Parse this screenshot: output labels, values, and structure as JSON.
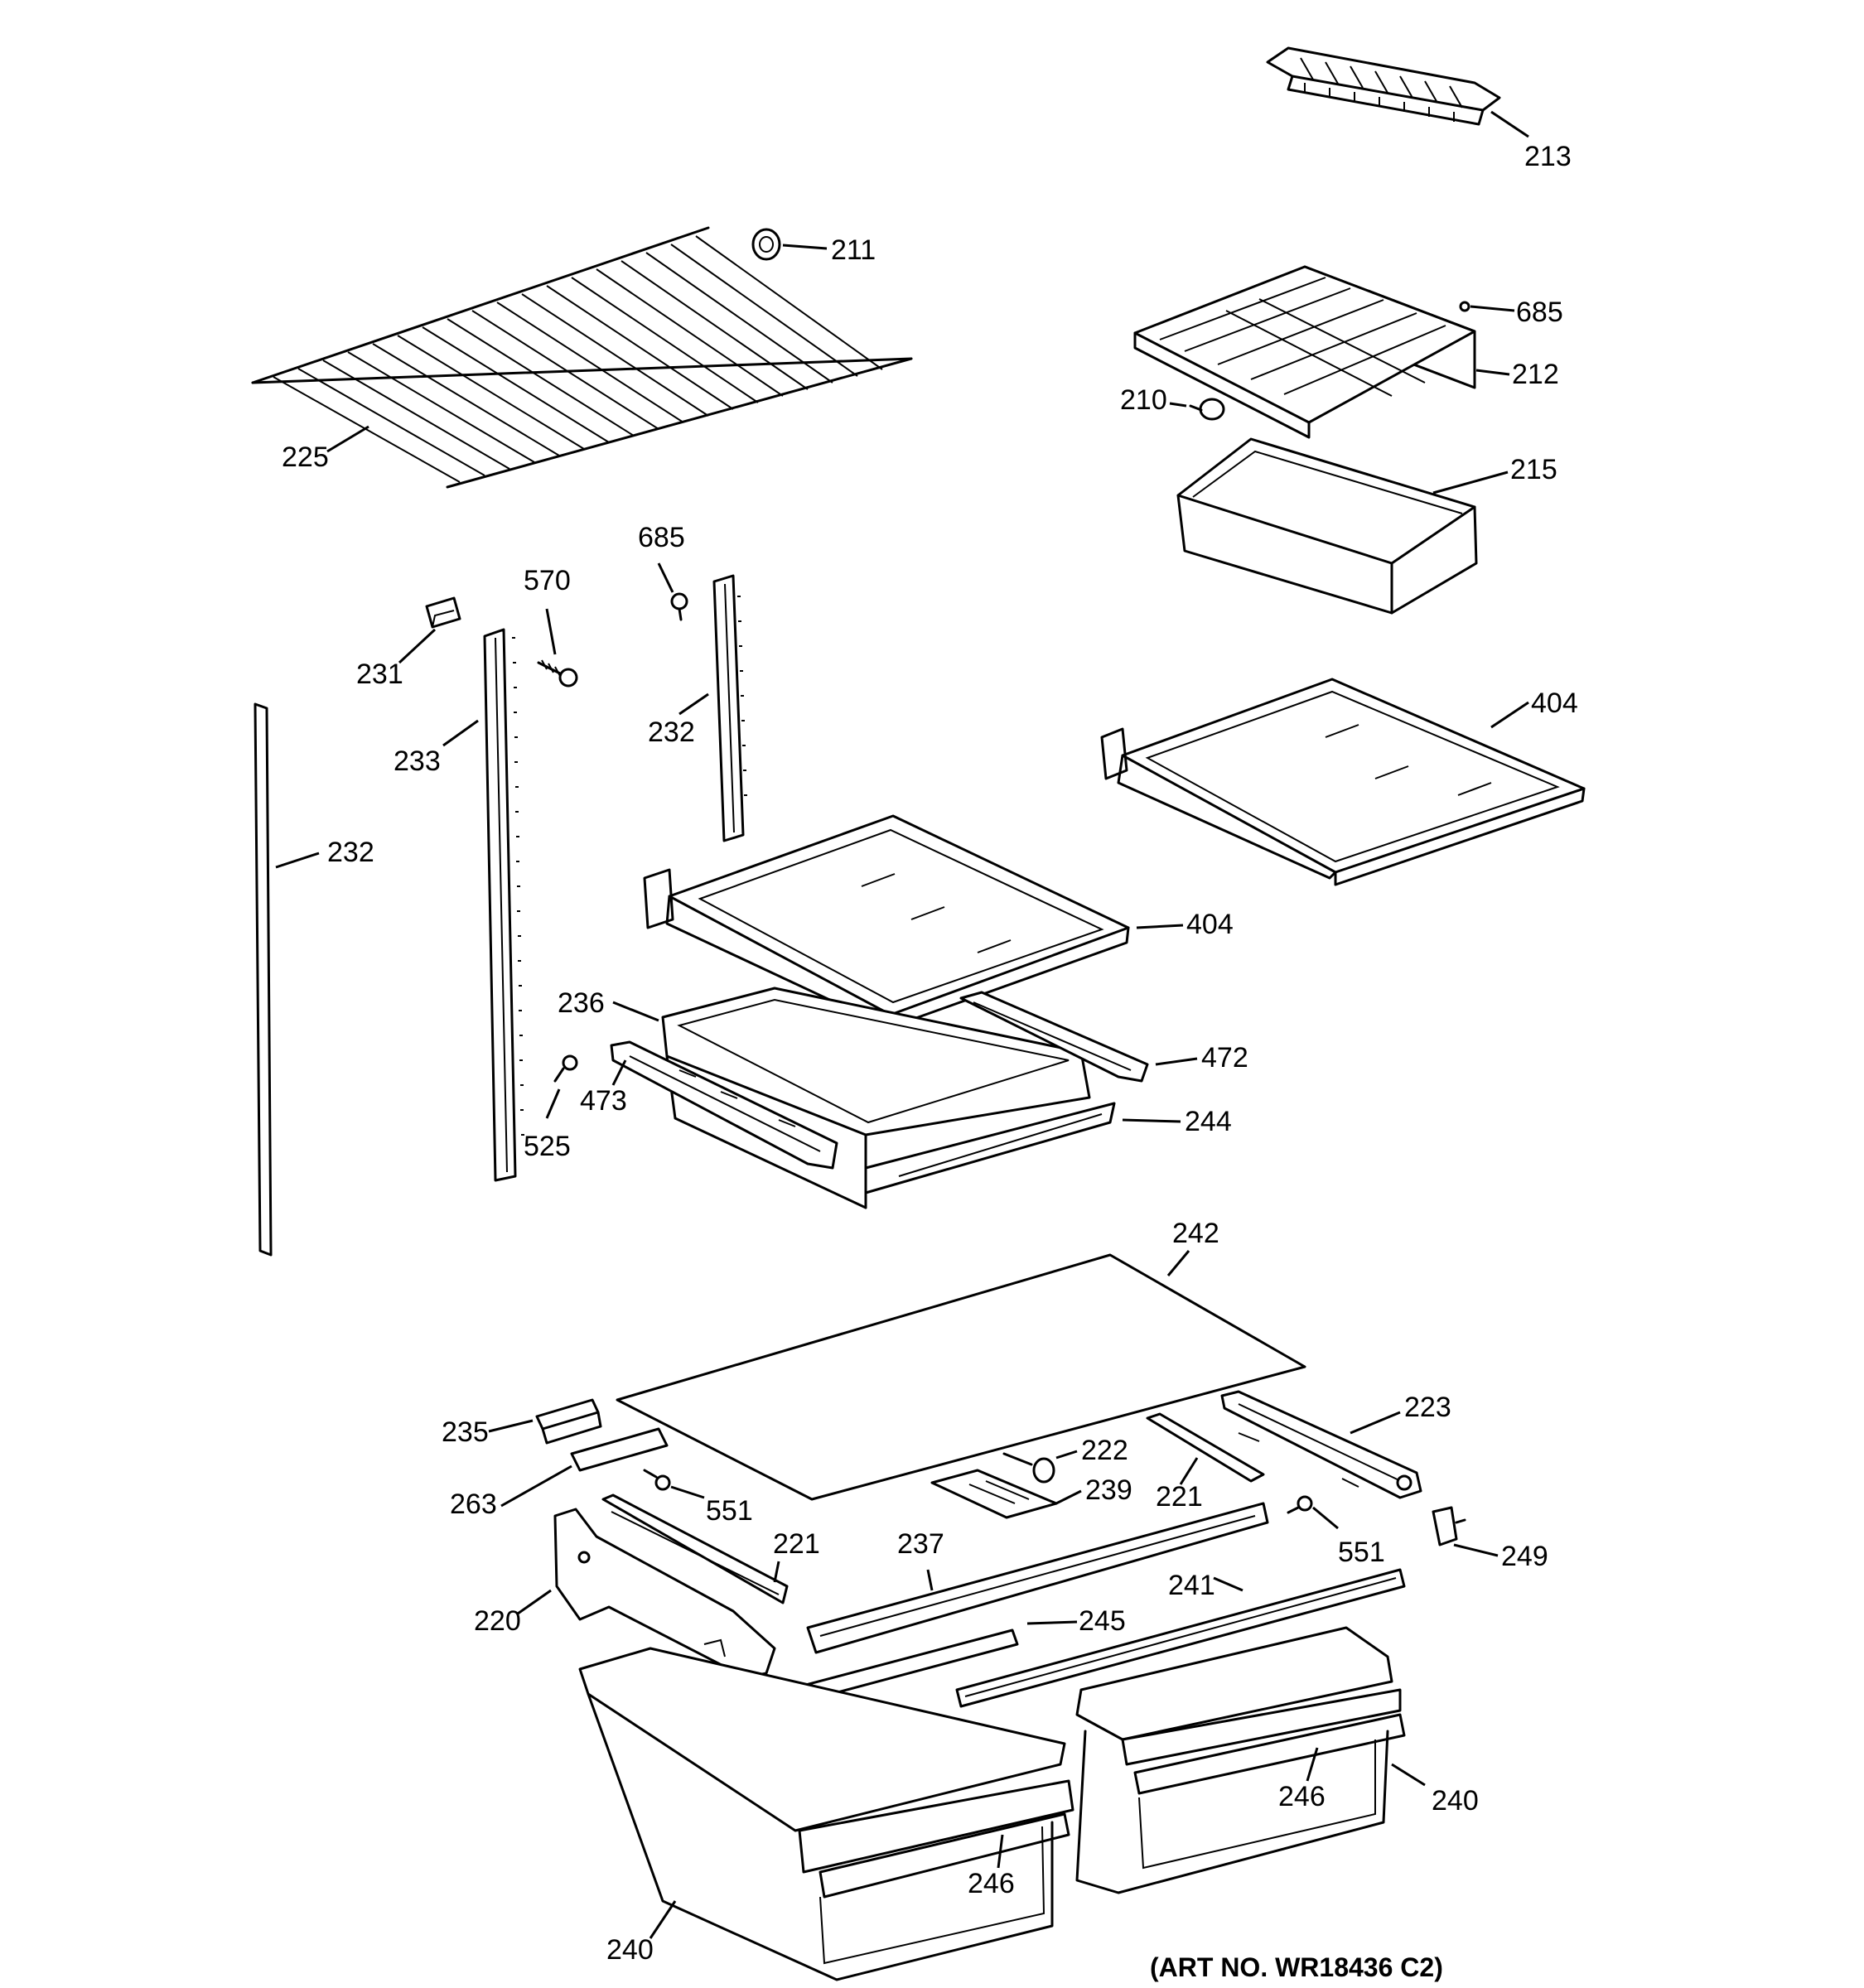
{
  "diagram": {
    "art_number": "(ART NO. WR18436 C2)",
    "callouts": {
      "c213": "213",
      "c211": "211",
      "c685a": "685",
      "c212": "212",
      "c210": "210",
      "c225": "225",
      "c215": "215",
      "c685b": "685",
      "c570": "570",
      "c231": "231",
      "c232a": "232",
      "c233": "233",
      "c232b": "232",
      "c404a": "404",
      "c404b": "404",
      "c236": "236",
      "c472": "472",
      "c473": "473",
      "c525": "525",
      "c244": "244",
      "c242": "242",
      "c235": "235",
      "c223": "223",
      "c222": "222",
      "c263": "263",
      "c239": "239",
      "c221a": "221",
      "c551a": "551",
      "c551b": "551",
      "c249": "249",
      "c221b": "221",
      "c237": "237",
      "c220": "220",
      "c245": "245",
      "c241": "241",
      "c240a": "240",
      "c246a": "246",
      "c246b": "246",
      "c240b": "240"
    }
  }
}
